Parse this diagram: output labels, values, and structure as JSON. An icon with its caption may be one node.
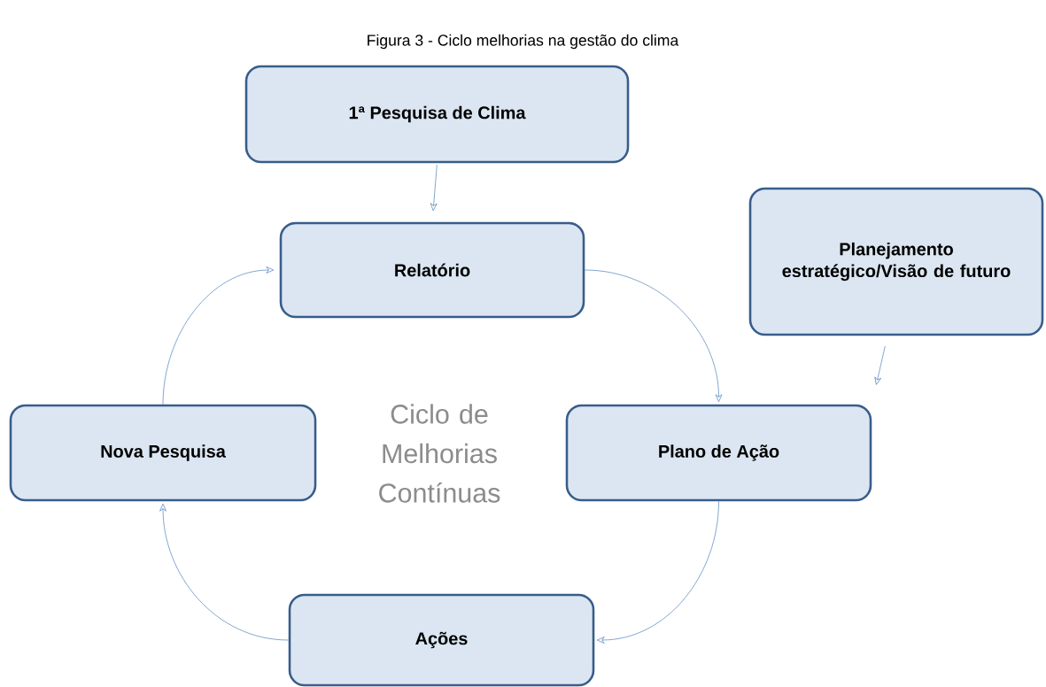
{
  "diagram": {
    "title": "Figura 3 - Ciclo melhorias na gestão do clima",
    "nodes": [
      {
        "text": [
          "1ª Pesquisa de Clima"
        ]
      },
      {
        "text": [
          "Relatório"
        ]
      },
      {
        "text": [
          "Planejamento estratégico/Visão de futuro"
        ]
      },
      {
        "text": [
          "Plano de Ação"
        ]
      },
      {
        "text": [
          "Nova Pesquisa"
        ]
      },
      {
        "text": [
          "Ações"
        ]
      }
    ],
    "edges": [
      {
        "from": 0,
        "to": 1,
        "arrow": "to"
      },
      {
        "from": 1,
        "to": 3,
        "arrow": "to"
      },
      {
        "from": 2,
        "to": 3,
        "arrow": "to"
      },
      {
        "from": 3,
        "to": 5,
        "arrow": "to"
      },
      {
        "from": 5,
        "to": 4,
        "arrow": "to"
      },
      {
        "from": 4,
        "to": 1,
        "arrow": "to"
      }
    ],
    "labels": [
      "Ciclo de Melhorias Contínuas"
    ]
  }
}
